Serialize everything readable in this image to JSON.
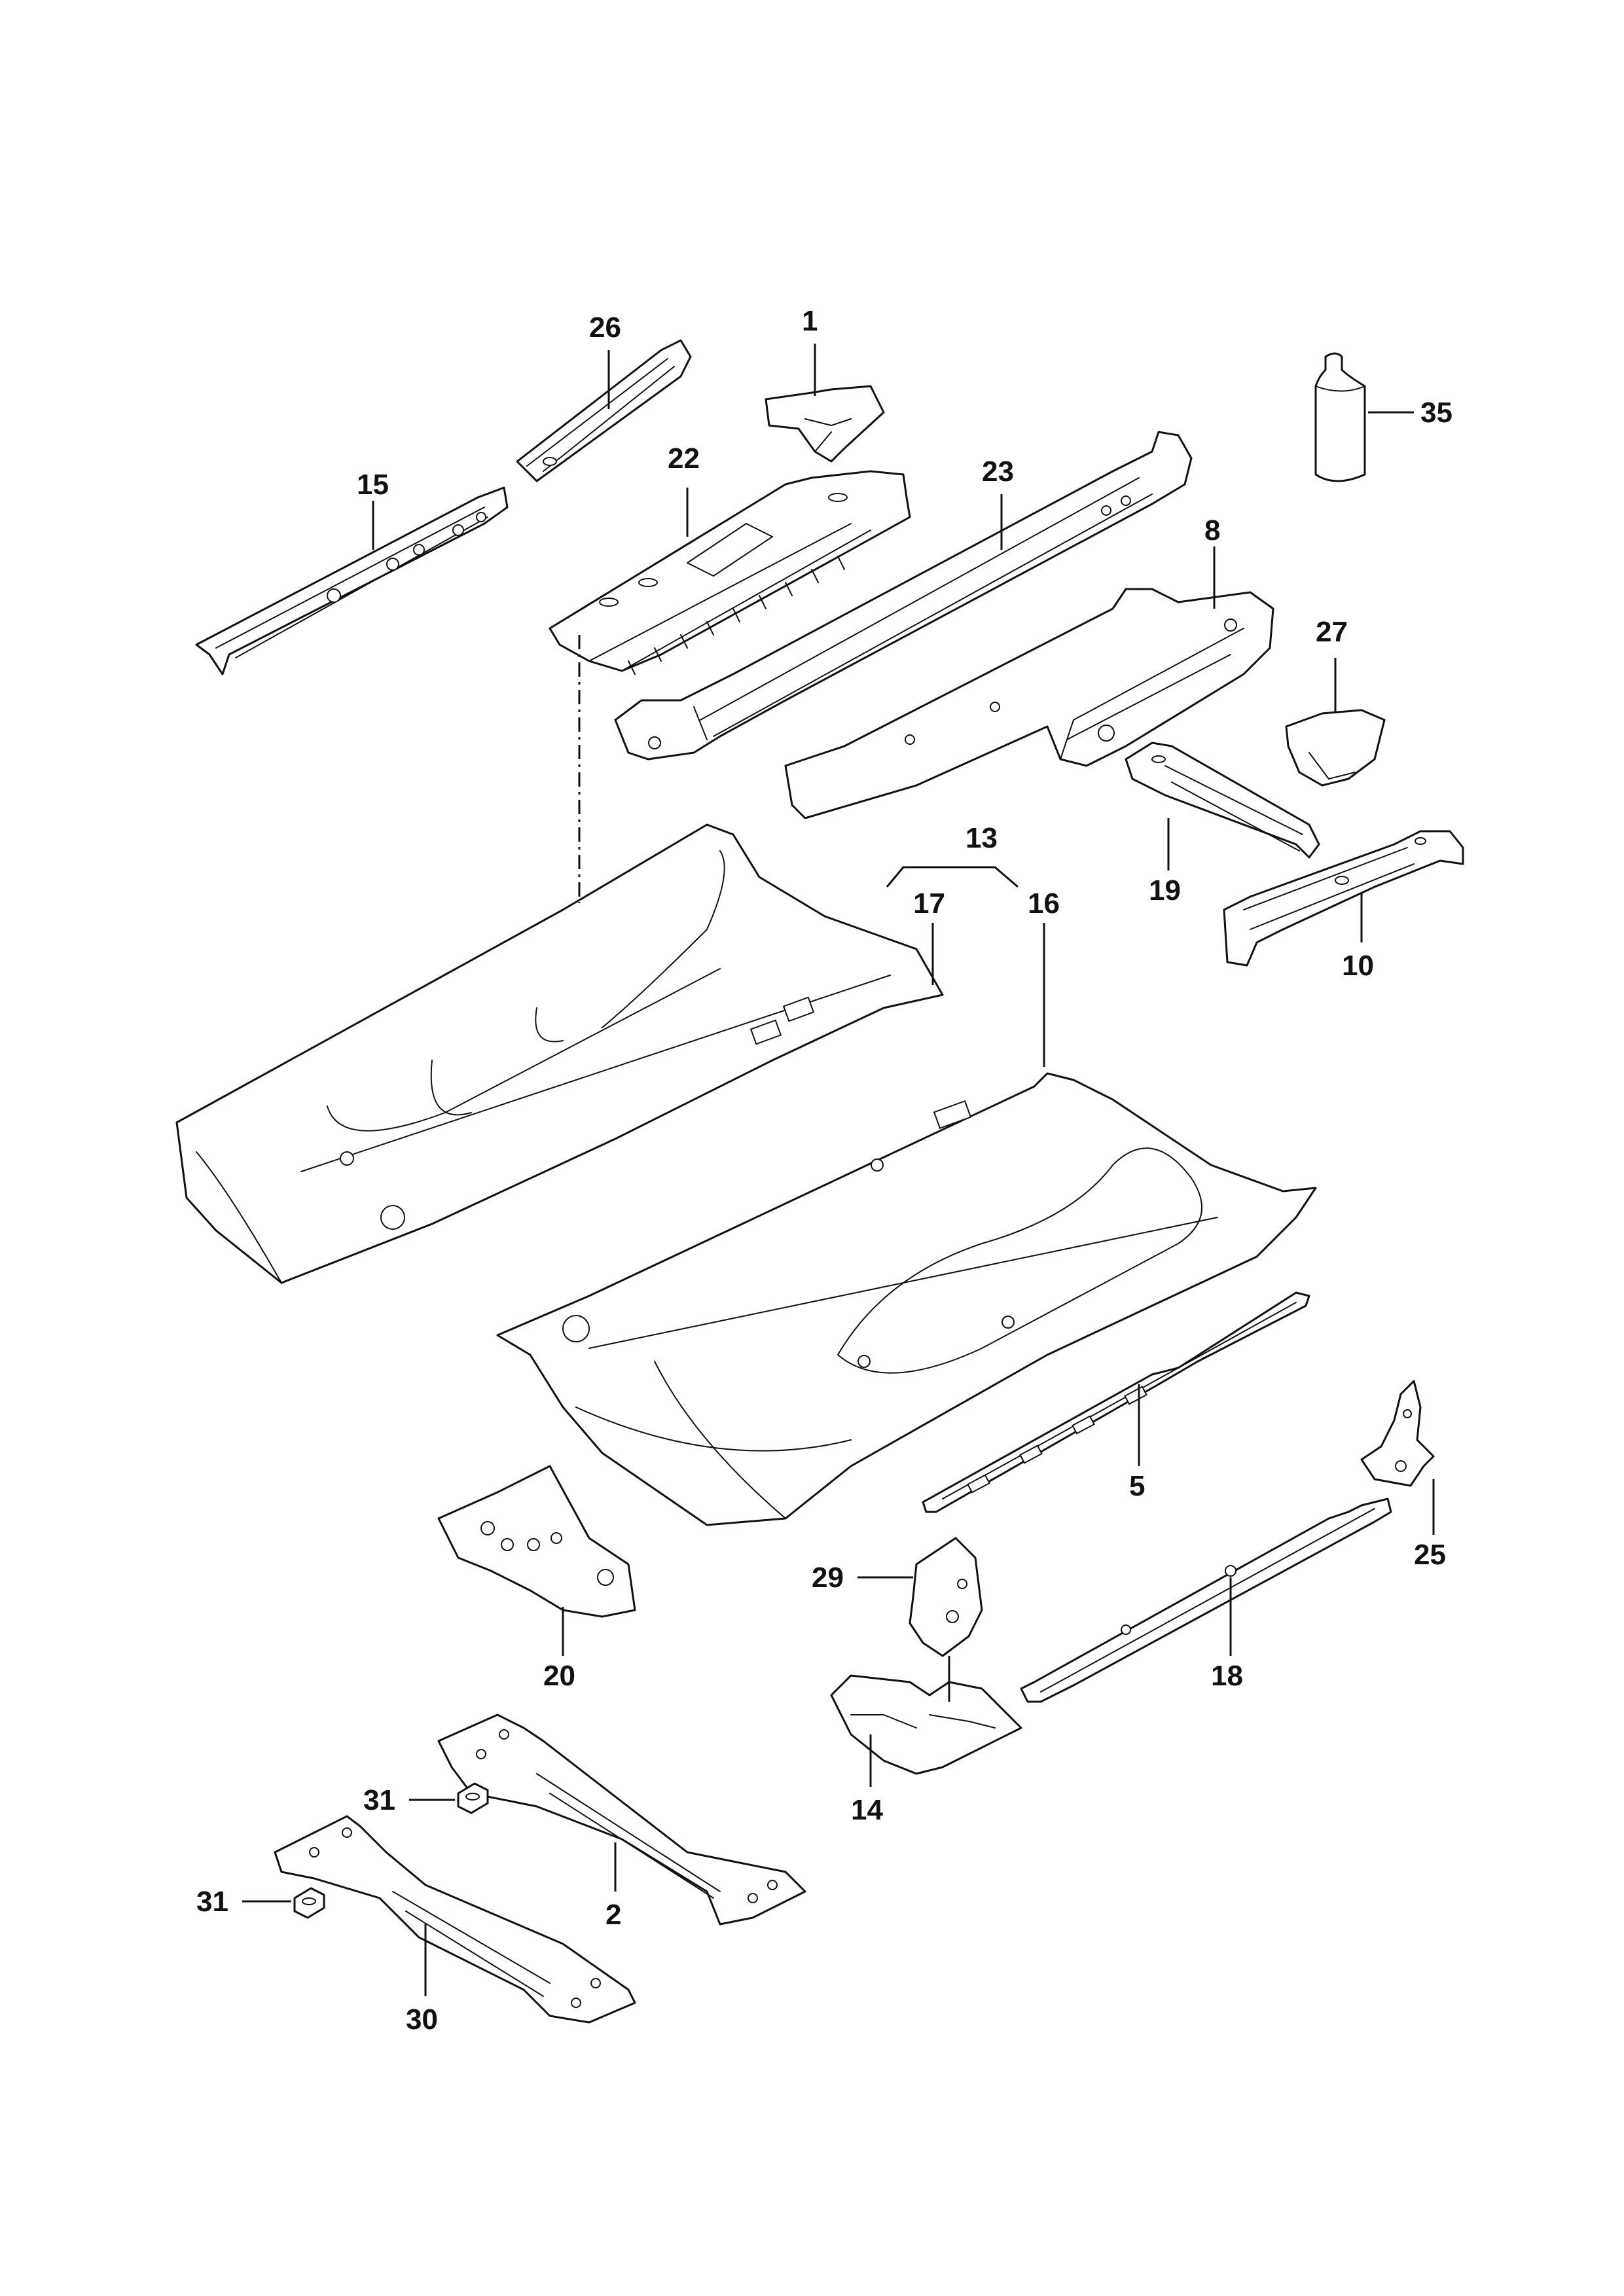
{
  "callouts": {
    "c1": "1",
    "c2": "2",
    "c5": "5",
    "c8": "8",
    "c10": "10",
    "c13": "13",
    "c14": "14",
    "c15": "15",
    "c16": "16",
    "c17": "17",
    "c18": "18",
    "c19": "19",
    "c20": "20",
    "c22": "22",
    "c23": "23",
    "c25": "25",
    "c26": "26",
    "c27": "27",
    "c29": "29",
    "c30": "30",
    "c31a": "31",
    "c31b": "31",
    "c35": "35"
  },
  "colors": {
    "line": "#111111",
    "background": "#ffffff"
  }
}
